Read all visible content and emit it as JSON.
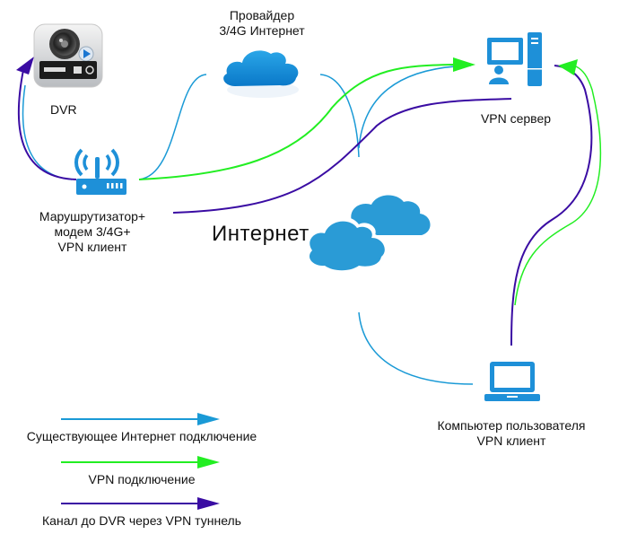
{
  "nodes": {
    "dvr": {
      "label": "DVR",
      "icon": "dvr-icon"
    },
    "provider": {
      "label_line1": "Провайдер",
      "label_line2": "3/4G Интернет",
      "icon": "cloud-icon"
    },
    "vpn_server": {
      "label": "VPN сервер",
      "icon": "server-computer-icon"
    },
    "router": {
      "label_line1": "Марушрутизатор+",
      "label_line2": "модем 3/4G+",
      "label_line3": "VPN клиент",
      "icon": "wifi-router-icon"
    },
    "internet": {
      "label": "Интернет",
      "icon": "clouds-icon"
    },
    "user_pc": {
      "label_line1": "Компьютер пользователя",
      "label_line2": "VPN клиент",
      "icon": "laptop-icon"
    }
  },
  "legend": [
    {
      "label": "Существующее Интернет подключение",
      "color": "#1a9ad6"
    },
    {
      "label": "VPN подключение",
      "color": "#22ee22"
    },
    {
      "label": "Канал до DVR через VPN туннель",
      "color": "#3a0ca3"
    }
  ],
  "colors": {
    "internet_link": "#1a9ad6",
    "vpn_link": "#22ee22",
    "dvr_tunnel": "#3a0ca3",
    "icon_blue": "#1e90d8"
  }
}
